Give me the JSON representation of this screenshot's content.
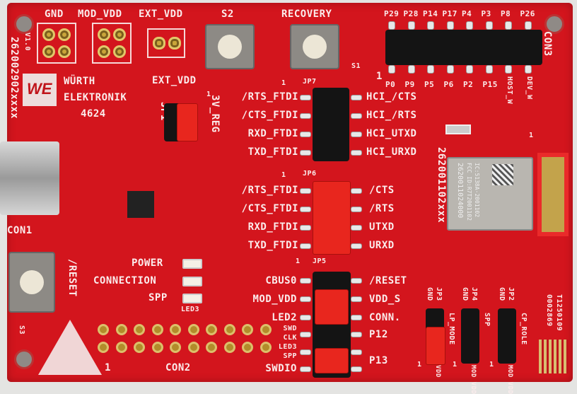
{
  "top_labels": {
    "gnd": "GND",
    "mod_vdd": "MOD_VDD",
    "ext_vdd": "EXT_VDD",
    "s2": "S2",
    "recovery": "RECOVERY",
    "s1": "S1"
  },
  "version": "V1.0",
  "board_pn": "262002902xxxx",
  "logo": {
    "mark": "WE",
    "line1": "WÜRTH",
    "line2": "ELEKTRONIK",
    "code": "4624"
  },
  "jp1": {
    "title": "EXT_VDD",
    "name": "JP1",
    "side": "3V_REG",
    "pin1": "1"
  },
  "jp7": {
    "name": "JP7",
    "pin1": "1",
    "left": [
      "/RTS_FTDI",
      "/CTS_FTDI",
      "RXD_FTDI",
      "TXD_FTDI"
    ],
    "right": [
      "HCI_/CTS",
      "HCI_/RTS",
      "HCI_UTXD",
      "HCI_URXD"
    ]
  },
  "jp6": {
    "name": "JP6",
    "pin1": "1",
    "left": [
      "/RTS_FTDI",
      "/CTS_FTDI",
      "RXD_FTDI",
      "TXD_FTDI"
    ],
    "right": [
      "/CTS",
      "/RTS",
      "UTXD",
      "URXD"
    ]
  },
  "jp5": {
    "name": "JP5",
    "pin1": "1",
    "left": [
      "CBUS0",
      "MOD_VDD",
      "LED2",
      "SWD",
      "CLK",
      "LED3",
      "SPP",
      "SWDIO"
    ],
    "right": [
      "/RESET",
      "VDD_S",
      "CONN.",
      "P12",
      "P13"
    ]
  },
  "con3": {
    "name": "CON3",
    "pin1": "1",
    "top": [
      "P29",
      "P28",
      "P14",
      "P17",
      "P4",
      "P3",
      "P8",
      "P26"
    ],
    "bottom": [
      "P0",
      "P9",
      "P5",
      "P6",
      "P2",
      "P15",
      "HOST_W",
      "DEV_W"
    ]
  },
  "module": {
    "pn": "262001102xxx",
    "line1": "2620011024000",
    "line2": "FCC ID:R7T2001102",
    "line3": "IC:5138A-2001102",
    "pin1": "1"
  },
  "con1": "CON1",
  "reset": {
    "label": "/RESET",
    "name": "S3"
  },
  "leds": {
    "power": "POWER",
    "connection": "CONNECTION",
    "spp": "SPP",
    "led3": "LED3"
  },
  "con2": {
    "name": "CON2",
    "pin1": "1"
  },
  "jp3": {
    "name": "JP3",
    "gnd": "GND",
    "side": "LP_MODE",
    "vdd": "VDD",
    "pin1": "1"
  },
  "jp4": {
    "name": "JP4",
    "gnd": "GND",
    "side": "SPP",
    "vdd": "MOD VDD",
    "pin1": "1"
  },
  "jp2": {
    "name": "JP2",
    "gnd": "GND",
    "side": "CP_ROLE",
    "vdd": "MOD VDD",
    "pin1": "1"
  },
  "serial": {
    "line1": "T1250109",
    "line2": "0002869"
  }
}
